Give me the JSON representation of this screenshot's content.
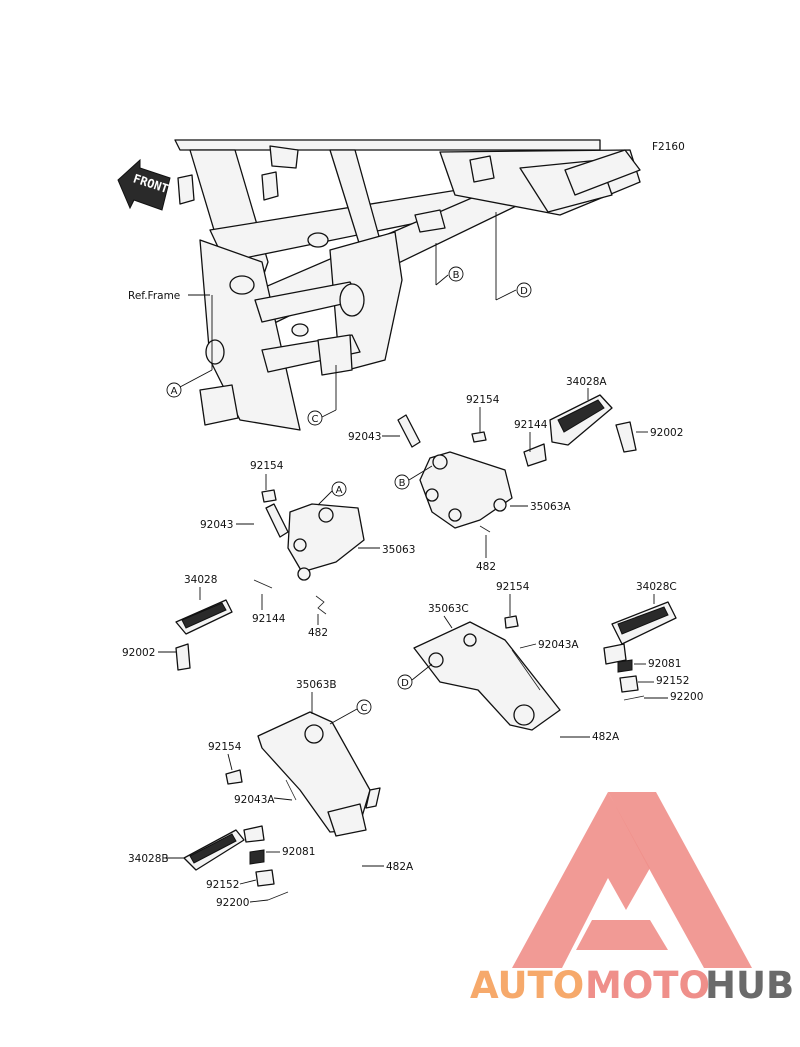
{
  "diagram_code": "F2160",
  "front_label": "FRONT",
  "ref_frame": "Ref.Frame",
  "callouts": [
    "A",
    "B",
    "C",
    "D"
  ],
  "parts": {
    "p34028A": "34028A",
    "p92002_r": "92002",
    "p92154_r": "92154",
    "p92043_r": "92043",
    "p92144_r": "92144",
    "p35063A": "35063A",
    "p482_r": "482",
    "p92154_l": "92154",
    "p92043_l": "92043",
    "p35063": "35063",
    "p34028": "34028",
    "p92144_l": "92144",
    "p482_l": "482",
    "p92002_l": "92002",
    "p92154_c": "92154",
    "p35063C": "35063C",
    "p34028C": "34028C",
    "p92043A_c": "92043A",
    "p92081_c": "92081",
    "p92152_c": "92152",
    "p92200_c": "92200",
    "p482A_c": "482A",
    "p35063B": "35063B",
    "p92154_b": "92154",
    "p92043A_b": "92043A",
    "p34028B": "34028B",
    "p92081_b": "92081",
    "p482A_b": "482A",
    "p92152_b": "92152",
    "p92200_b": "92200"
  },
  "watermark": {
    "part1": "AUTO",
    "part2": "MOTO",
    "part3": "HUB",
    "colors": {
      "orange": "#f6a96b",
      "red": "#ef8f8a",
      "gray": "#6a6a6a"
    }
  }
}
